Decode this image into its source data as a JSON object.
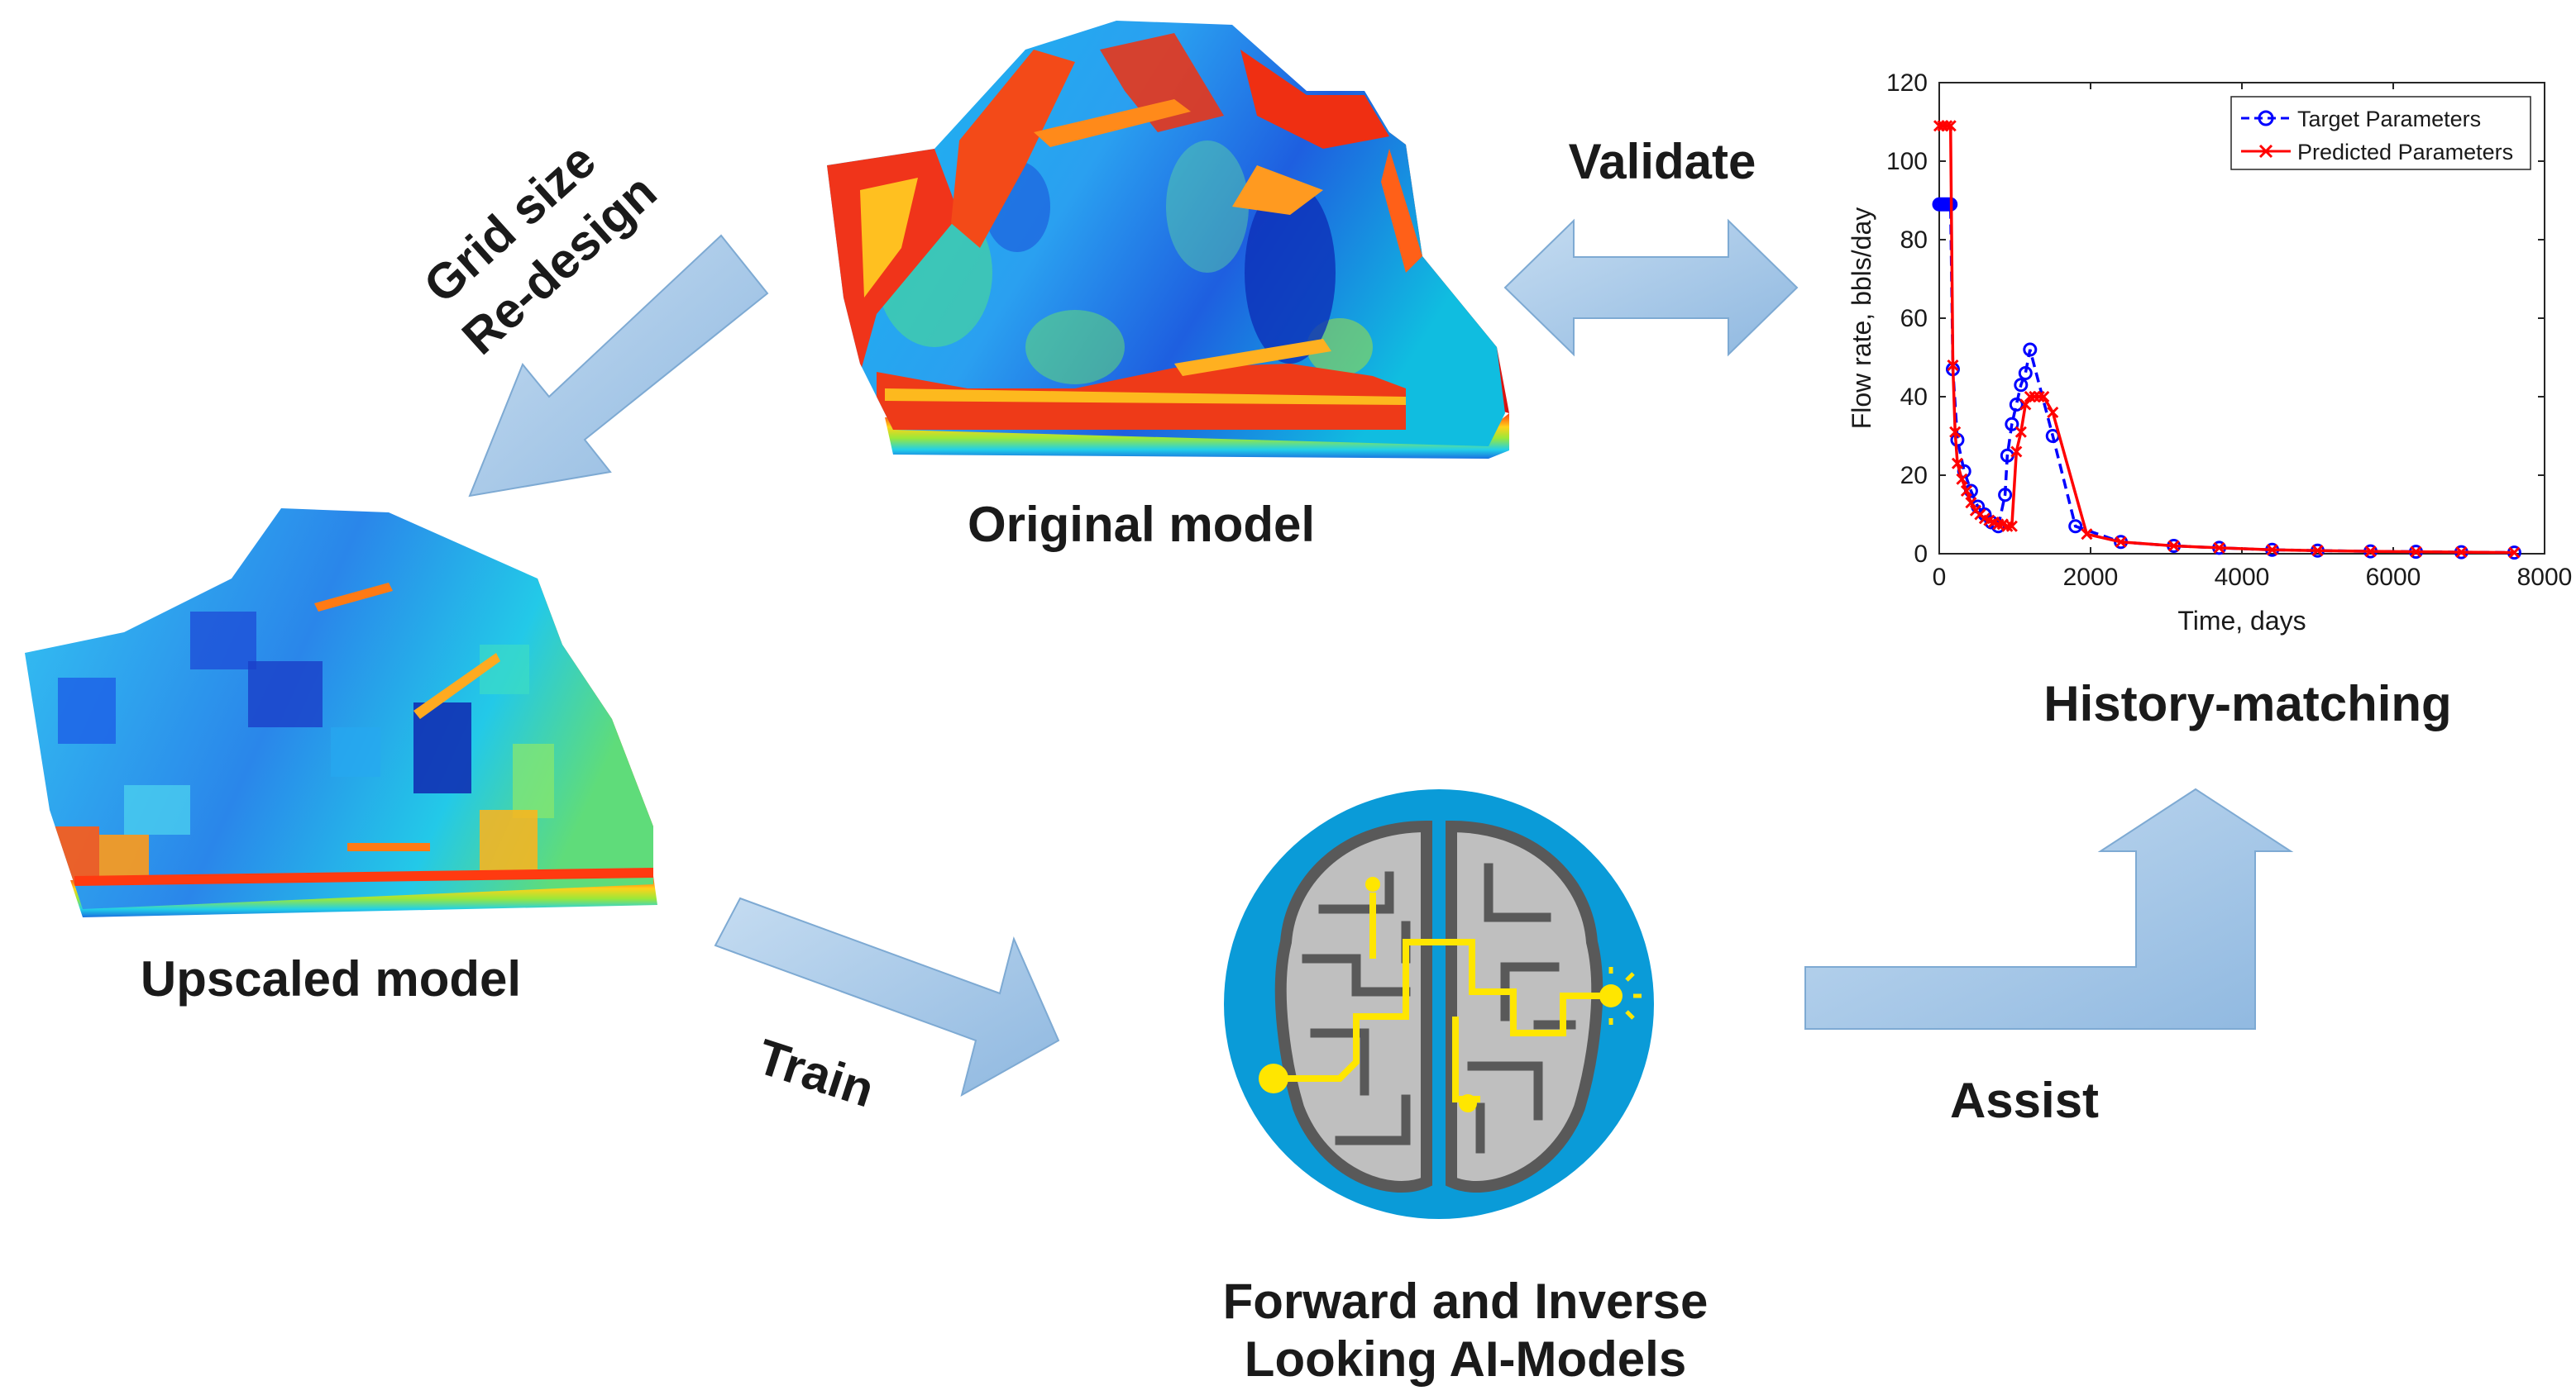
{
  "labels": {
    "validate": "Validate",
    "grid_size": "Grid size",
    "redesign": "Re-design",
    "original_model": "Original model",
    "upscaled_model": "Upscaled model",
    "train": "Train",
    "assist": "Assist",
    "history_matching": "History-matching",
    "ai_models_line1": "Forward and Inverse",
    "ai_models_line2": "Looking AI-Models"
  },
  "colors": {
    "arrow": "#9cc3e6",
    "arrow_stroke": "#7eaad3",
    "ai_circle": "#0a9bd8",
    "brain": "#bfbfbf",
    "brain_maze": "#595959",
    "circuit": "#ffe600"
  },
  "icons": {
    "ai": "brain-circuit-icon",
    "original": "reservoir-3d-model-fine",
    "upscaled": "reservoir-3d-model-coarse"
  },
  "chart_data": {
    "type": "line",
    "xlabel": "Time, days",
    "ylabel": "Flow rate, bbls/day",
    "xlim": [
      0,
      8000
    ],
    "ylim": [
      0,
      120
    ],
    "xticks": [
      0,
      2000,
      4000,
      6000,
      8000
    ],
    "yticks": [
      0,
      20,
      40,
      60,
      80,
      100,
      120
    ],
    "grid": false,
    "legend_position": "top-right",
    "series": [
      {
        "name": "Target Parameters",
        "color": "#0000ff",
        "style": "dashed",
        "marker": "circle",
        "x": [
          0,
          30,
          60,
          90,
          120,
          150,
          180,
          240,
          330,
          420,
          510,
          600,
          690,
          780,
          870,
          900,
          960,
          1020,
          1080,
          1140,
          1200,
          1500,
          1800,
          2400,
          3100,
          3700,
          4400,
          5000,
          5700,
          6300,
          6900,
          7600
        ],
        "y": [
          89,
          89,
          89,
          89,
          89,
          89,
          47,
          29,
          21,
          16,
          12,
          10,
          8,
          7,
          15,
          25,
          33,
          38,
          43,
          46,
          52,
          30,
          7,
          3,
          2,
          1.5,
          1,
          0.8,
          0.6,
          0.5,
          0.4,
          0.3
        ]
      },
      {
        "name": "Predicted Parameters",
        "color": "#ff0000",
        "style": "solid",
        "marker": "x",
        "x": [
          0,
          50,
          100,
          150,
          180,
          210,
          240,
          300,
          360,
          420,
          480,
          540,
          600,
          660,
          720,
          780,
          840,
          900,
          960,
          1020,
          1080,
          1140,
          1200,
          1260,
          1320,
          1380,
          1500,
          1950,
          2400,
          3100,
          3700,
          4400,
          5000,
          5700,
          6300,
          6900,
          7600
        ],
        "y": [
          109,
          109,
          109,
          109,
          48,
          31,
          23,
          19,
          16,
          13,
          11,
          10,
          9,
          8.5,
          8,
          7.5,
          7.5,
          7,
          7,
          26,
          31,
          38,
          40,
          40,
          40,
          40,
          36,
          5,
          3,
          2,
          1.5,
          1,
          0.8,
          0.6,
          0.5,
          0.4,
          0.3
        ]
      }
    ]
  }
}
